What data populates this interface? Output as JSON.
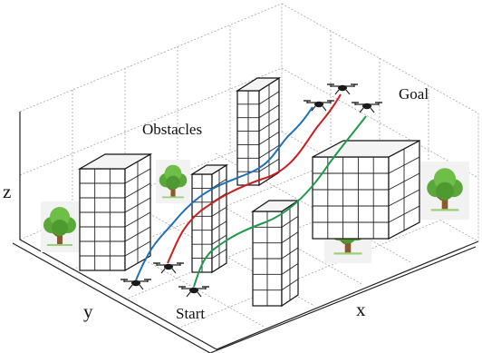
{
  "labels": {
    "obstacles": "Obstacles",
    "goal": "Goal",
    "start": "Start",
    "axis_x": "x",
    "axis_y": "y",
    "axis_z": "z"
  },
  "colors": {
    "path_blue": "#1f6fb8",
    "path_red": "#c8201e",
    "path_green": "#1f9a4a",
    "grid": "#9a9a9a",
    "building_front": "#ffffff",
    "building_side": "#ffffff",
    "building_top": "#f4f4f4",
    "tree_leaf": "#5aa83a",
    "tree_trunk": "#8a5a2b"
  }
}
